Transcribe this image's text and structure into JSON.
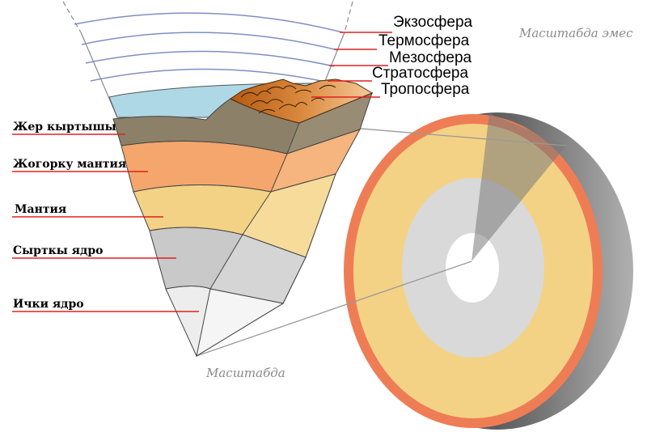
{
  "atmosphere": {
    "exosphere": "Экзосфера",
    "thermosphere": "Термосфера",
    "mesosphere": "Мезосфера",
    "stratosphere": "Стратосфера",
    "troposphere": "Тропосфера"
  },
  "layers": {
    "crust": "Жер кыртышы",
    "upper_mantle": "Жогорку мантия",
    "mantle": "Мантия",
    "outer_core": "Сырткы ядро",
    "inner_core": "Ички ядро"
  },
  "notes": {
    "not_to_scale": "Масштабда эмес",
    "to_scale": "Масштабда"
  },
  "colors": {
    "leader_line": "#e02020",
    "sky": "#aed8e6",
    "crust": "#8c8069",
    "upper_mantle": "#f4a66c",
    "mantle": "#f3d285",
    "outer_core": "#c9c9c9",
    "inner_core": "#ededed",
    "rock": "#c86a1e",
    "globe_crust": "#ee7d55",
    "globe_edge": "#2a2a2a"
  }
}
